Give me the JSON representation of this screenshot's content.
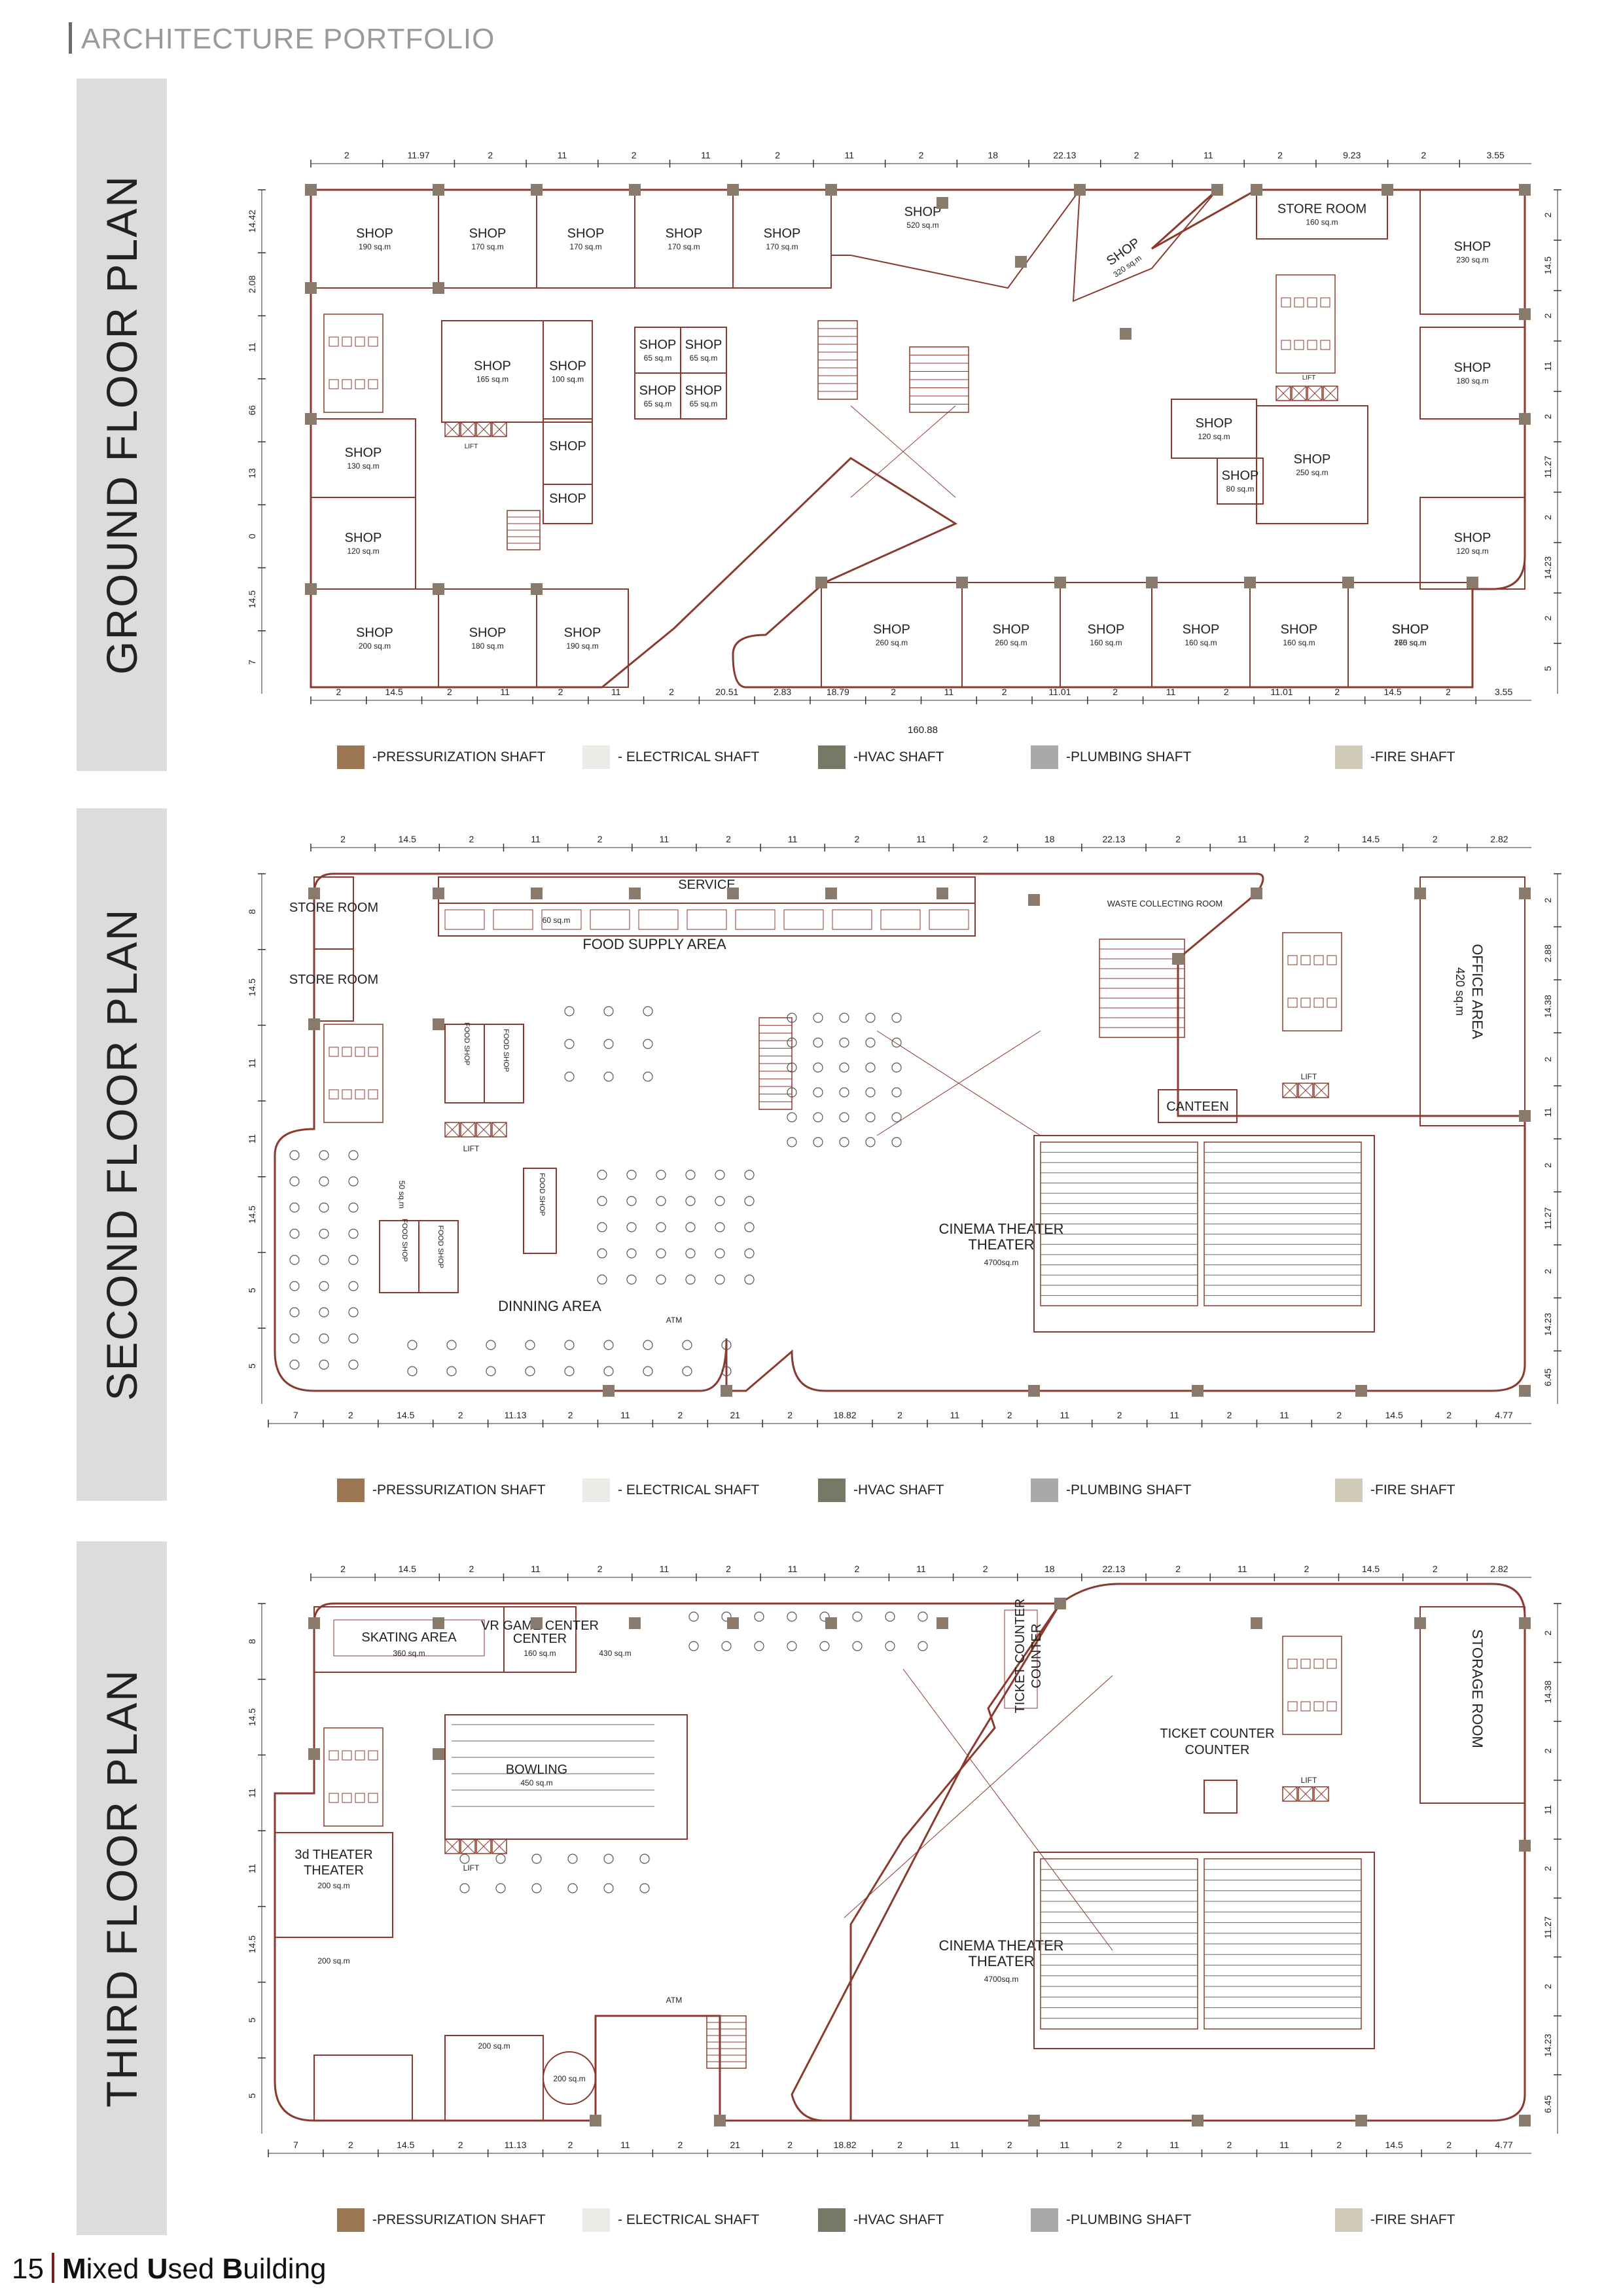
{
  "header": {
    "title": "ARCHITECTURE PORTFOLIO"
  },
  "colors": {
    "wall": "#8b3a2f",
    "column": "#8a7a6c",
    "band": "#dcdcdc",
    "pressurization": "#9c7653",
    "electrical": "#ecebe7",
    "hvac": "#747a66",
    "plumbing": "#a9a9a9",
    "fire": "#cfcbb8"
  },
  "legend": [
    {
      "label": "-PRESSURIZATION SHAFT",
      "color": "#9c7653"
    },
    {
      "label": "- ELECTRICAL SHAFT",
      "color": "#ecebe7"
    },
    {
      "label": "-HVAC SHAFT",
      "color": "#747a66"
    },
    {
      "label": "-PLUMBING SHAFT",
      "color": "#a9a9a9"
    },
    {
      "label": "-FIRE SHAFT",
      "color": "#cfcbb8"
    }
  ],
  "plans": [
    {
      "title": "GROUND FLOOR PLAN",
      "top_dims": [
        "2",
        "11.97",
        "2",
        "11",
        "2",
        "11",
        "2",
        "11",
        "2",
        "18",
        "22.13",
        "2",
        "11",
        "2",
        "9.23",
        "2",
        "3.55"
      ],
      "bottom_dims": [
        "2",
        "14.5",
        "2",
        "11",
        "2",
        "11",
        "2",
        "20.51",
        "2.83",
        "18.79",
        "2",
        "11",
        "2",
        "11.01",
        "2",
        "11",
        "2",
        "11.01",
        "2",
        "14.5",
        "2",
        "3.55"
      ],
      "total": "160.88",
      "left_dims": [
        "14.42",
        "2.08",
        "11",
        "66",
        "13",
        "0",
        "14.5",
        "7"
      ],
      "right_dims": [
        "2",
        "14.5",
        "2",
        "11",
        "2",
        "11.27",
        "2",
        "14.23",
        "2",
        "5"
      ],
      "rooms": [
        {
          "name": "SHOP",
          "area": "190 sq.m"
        },
        {
          "name": "SHOP",
          "area": "170 sq.m"
        },
        {
          "name": "SHOP",
          "area": "170 sq.m"
        },
        {
          "name": "SHOP",
          "area": "170 sq.m"
        },
        {
          "name": "SHOP",
          "area": "170 sq.m"
        },
        {
          "name": "SHOP",
          "area": "520 sq.m"
        },
        {
          "name": "SHOP",
          "area": "320 sq.m"
        },
        {
          "name": "STORE ROOM",
          "area": "160 sq.m"
        },
        {
          "name": "SHOP",
          "area": "230 sq.m"
        },
        {
          "name": "SHOP",
          "area": "165 sq.m"
        },
        {
          "name": "SHOP",
          "area": "100 sq.m"
        },
        {
          "name": "SHOP",
          "area": "65 sq.m"
        },
        {
          "name": "SHOP",
          "area": "65 sq.m"
        },
        {
          "name": "SHOP",
          "area": "65 sq.m"
        },
        {
          "name": "SHOP",
          "area": "65 sq.m"
        },
        {
          "name": "SHOP",
          "area": "260 sq.m"
        },
        {
          "name": "SHOP",
          "area": "180 sq.m"
        },
        {
          "name": "SHOP",
          "area": "120 sq.m"
        },
        {
          "name": "SHOP",
          "area": "250 sq.m"
        },
        {
          "name": "SHOP",
          "area": "80 sq.m"
        },
        {
          "name": "SHOP",
          "area": "120 sq.m"
        },
        {
          "name": "SHOP",
          "area": "130 sq.m"
        },
        {
          "name": "SHOP",
          "area": ""
        },
        {
          "name": "SHOP",
          "area": ""
        },
        {
          "name": "SHOP",
          "area": "120 sq.m"
        },
        {
          "name": "SHOP",
          "area": "200 sq.m"
        },
        {
          "name": "SHOP",
          "area": "180 sq.m"
        },
        {
          "name": "SHOP",
          "area": "190 sq.m"
        },
        {
          "name": "SHOP",
          "area": "260 sq.m"
        },
        {
          "name": "SHOP",
          "area": "160 sq.m"
        },
        {
          "name": "SHOP",
          "area": "160 sq.m"
        },
        {
          "name": "SHOP",
          "area": "160 sq.m"
        },
        {
          "name": "SHOP",
          "area": "160 sq.m"
        },
        {
          "name": "SHOP",
          "area": "275 sq.m"
        },
        {
          "name": "LIFT",
          "area": ""
        },
        {
          "name": "LIFT",
          "area": ""
        }
      ]
    },
    {
      "title": "SECOND FLOOR PLAN",
      "top_dims": [
        "2",
        "14.5",
        "2",
        "11",
        "2",
        "11",
        "2",
        "11",
        "2",
        "11",
        "2",
        "18",
        "22.13",
        "2",
        "11",
        "2",
        "14.5",
        "2",
        "2.82"
      ],
      "bottom_dims": [
        "7",
        "2",
        "14.5",
        "2",
        "11.13",
        "2",
        "11",
        "2",
        "21",
        "2",
        "18.82",
        "2",
        "11",
        "2",
        "11",
        "2",
        "11",
        "2",
        "11",
        "2",
        "14.5",
        "2",
        "4.77"
      ],
      "left_dims": [
        "8",
        "14.5",
        "11",
        "11",
        "14.5",
        "5",
        "5"
      ],
      "right_dims": [
        "2",
        "2.88",
        "14.38",
        "2",
        "11",
        "2",
        "11.27",
        "2",
        "14.23",
        "6.45"
      ],
      "rooms": [
        {
          "name": "SERVICE",
          "area": ""
        },
        {
          "name": "STORE ROOM",
          "area": ""
        },
        {
          "name": "STORE ROOM",
          "area": ""
        },
        {
          "name": "WASTE COLLECTING ROOM",
          "area": ""
        },
        {
          "name": "OFFICE AREA",
          "area": "420 sq.m"
        },
        {
          "name": "FOOD SUPPLY AREA",
          "area": "60 sq.m"
        },
        {
          "name": "FOOD SHOP",
          "area": ""
        },
        {
          "name": "FOOD SHOP",
          "area": ""
        },
        {
          "name": "FOOD SHOP",
          "area": ""
        },
        {
          "name": "FOOD SHOP",
          "area": ""
        },
        {
          "name": "FOOD SHOP",
          "area": ""
        },
        {
          "name": "50 sq.m",
          "area": ""
        },
        {
          "name": "CANTEEN",
          "area": ""
        },
        {
          "name": "CINEMA THEATER",
          "area": "4700sq.m"
        },
        {
          "name": "DINNING AREA",
          "area": ""
        },
        {
          "name": "ATM",
          "area": ""
        },
        {
          "name": "LIFT",
          "area": ""
        },
        {
          "name": "LIFT",
          "area": ""
        }
      ]
    },
    {
      "title": "THIRD FLOOR PLAN",
      "top_dims": [
        "2",
        "14.5",
        "2",
        "11",
        "2",
        "11",
        "2",
        "11",
        "2",
        "11",
        "2",
        "18",
        "22.13",
        "2",
        "11",
        "2",
        "14.5",
        "2",
        "2.82"
      ],
      "bottom_dims": [
        "7",
        "2",
        "14.5",
        "2",
        "11.13",
        "2",
        "11",
        "2",
        "21",
        "2",
        "18.82",
        "2",
        "11",
        "2",
        "11",
        "2",
        "11",
        "2",
        "11",
        "2",
        "14.5",
        "2",
        "4.77"
      ],
      "left_dims": [
        "8",
        "14.5",
        "11",
        "11",
        "14.5",
        "5",
        "5"
      ],
      "right_dims": [
        "2",
        "14.38",
        "2",
        "11",
        "2",
        "11.27",
        "2",
        "14.23",
        "6.45"
      ],
      "rooms": [
        {
          "name": "SKATING AREA",
          "area": "360 sq.m"
        },
        {
          "name": "VR GAME CENTER",
          "area": "160 sq.m"
        },
        {
          "name": "430 sq.m",
          "area": ""
        },
        {
          "name": "TICKET COUNTER",
          "area": ""
        },
        {
          "name": "STORAGE ROOM",
          "area": ""
        },
        {
          "name": "BOWLING",
          "area": "450 sq.m"
        },
        {
          "name": "TICKET COUNTER",
          "area": ""
        },
        {
          "name": "3d THEATER",
          "area": "200 sq.m"
        },
        {
          "name": "200 sq.m",
          "area": ""
        },
        {
          "name": "200 sq.m",
          "area": ""
        },
        {
          "name": "200 sq.m",
          "area": ""
        },
        {
          "name": "CINEMA THEATER",
          "area": "4700sq.m"
        },
        {
          "name": "ATM",
          "area": ""
        },
        {
          "name": "LIFT",
          "area": ""
        },
        {
          "name": "LIFT",
          "area": ""
        }
      ]
    }
  ],
  "footer": {
    "page": "15",
    "m": "M",
    "ixed": "ixed ",
    "u": "U",
    "sed": "sed ",
    "b": "B",
    "uilding": "uilding"
  }
}
